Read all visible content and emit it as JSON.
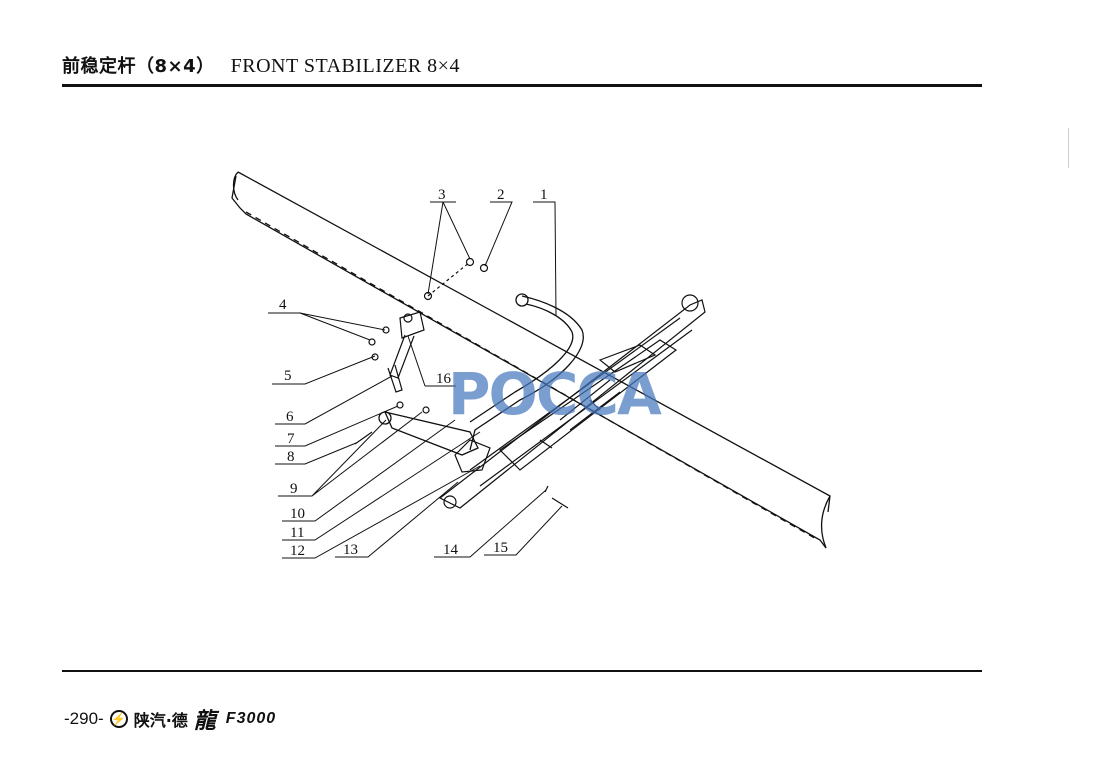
{
  "header": {
    "title_cn": "前稳定杆（8×4）",
    "title_en": "FRONT STABILIZER 8×4"
  },
  "diagram": {
    "callouts": [
      "1",
      "2",
      "3",
      "4",
      "5",
      "6",
      "7",
      "8",
      "9",
      "10",
      "11",
      "12",
      "13",
      "14",
      "15",
      "16"
    ]
  },
  "watermark": "POCCA",
  "footer": {
    "page_number": "-290-",
    "brand": "陕汽·德",
    "brand_script": "龍",
    "model": "F3000"
  }
}
